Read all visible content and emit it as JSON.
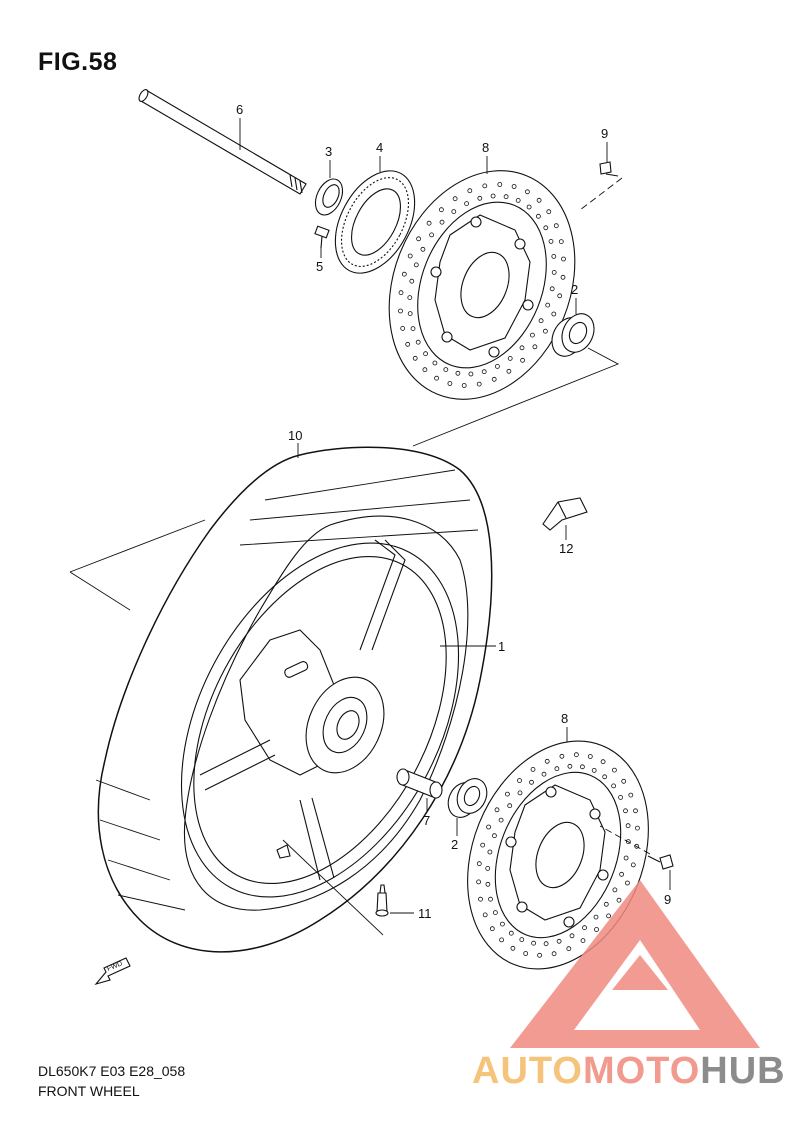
{
  "figure": {
    "title": "FIG.58",
    "code": "DL650K7 E03 E28_058",
    "name": "FRONT WHEEL"
  },
  "watermark": {
    "part1": "AUTO",
    "part2": "MOTO",
    "part3": "HUB",
    "colors": {
      "auto": "#f6c37a",
      "moto": "#f39a8e",
      "hub": "#8c8c8c",
      "triangle": "#f08a80"
    }
  },
  "callouts": {
    "axle": "6",
    "oil_seal": "3",
    "sensor_ring": "4",
    "ring_screw": "5",
    "disc_top": "8",
    "disc_bolt_top": "9",
    "bearing_top": "2",
    "tire": "10",
    "balancer": "12",
    "wheel": "1",
    "spacer": "7",
    "bearing_bottom": "2",
    "disc_bottom": "8",
    "disc_bolt_bottom": "9",
    "valve": "11"
  },
  "direction_arrow": "FWD"
}
